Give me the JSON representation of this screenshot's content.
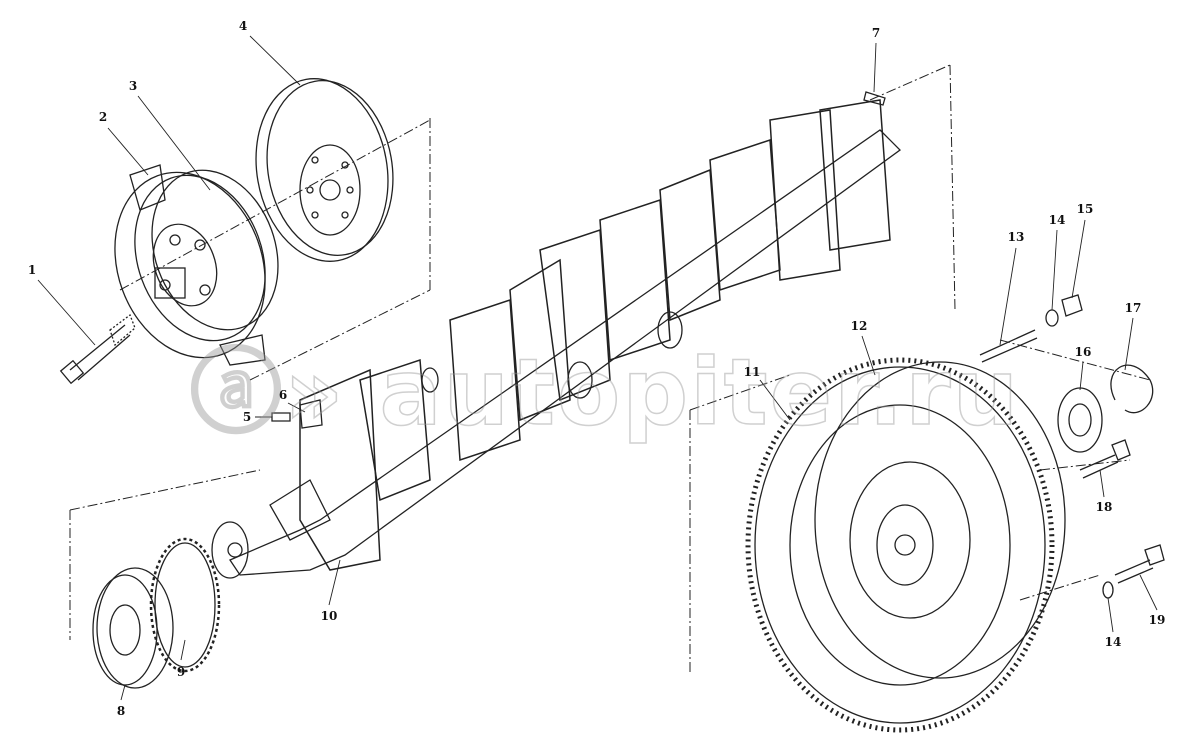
{
  "diagram": {
    "title": "Crankshaft and flywheel exploded view",
    "watermark": "autopiter.ru",
    "line_color": "#222222",
    "part_labels": [
      "1",
      "2",
      "3",
      "4",
      "5",
      "6",
      "7",
      "8",
      "9",
      "10",
      "11",
      "12",
      "13",
      "14",
      "15",
      "16",
      "17",
      "18",
      "19",
      "14"
    ]
  }
}
